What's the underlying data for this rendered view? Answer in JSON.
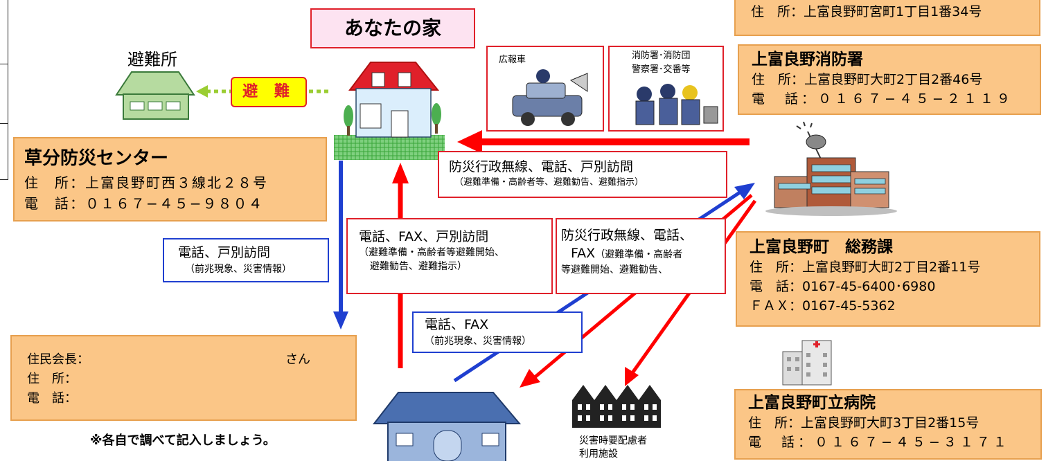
{
  "your_house": {
    "title": "あなたの家"
  },
  "shelter": {
    "label": "避難所",
    "evacuate": "避 難"
  },
  "kusawake": {
    "name": "草分防災センター",
    "address_line": "住　所：上富良野町西３線北２８号",
    "phone_line": "電　話：０１６７−４５−９８０４"
  },
  "top_address": {
    "address_line": "住　所：上富良野町宮町1丁目1番34号"
  },
  "fire_station": {
    "name": "上富良野消防署",
    "address_line": "住　所：上富良野町大町2丁目2番46号",
    "phone_line": "電　話：０１６７−４５−２１１９"
  },
  "somu": {
    "name": "上富良野町　総務課",
    "address_line": "住　所：上富良野町大町2丁目2番11号",
    "phone_line": "電　話：0167-45-6400･6980",
    "fax_line": "ＦＡＸ：0167-45-5362"
  },
  "hospital": {
    "name": "上富良野町立病院",
    "address_line": "住　所：上富良野町大町3丁目2番15号",
    "phone_line": "電　話：０１６７−４５−３１７１"
  },
  "panels": {
    "car": "広報車",
    "fire_dept_line1": "消防署･消防団",
    "fire_dept_line2": "警察署･交番等"
  },
  "messages": {
    "admin_radio": {
      "main": "防災行政無線、電話、戸別訪問",
      "sub": "（避難準備・高齢者等、避難勧告、避難指示）"
    },
    "tel_fax_visit": {
      "main": "電話、FAX、戸別訪問",
      "sub1": "（避難準備・高齢者等避難開始、",
      "sub2": "避難勧告、避難指示）"
    },
    "admin_radio_2": {
      "main1": "防災行政無線、電話、",
      "main2": "FAX",
      "sub1": "（避難準備・高齢者",
      "sub2": "等避難開始、避難勧告、"
    },
    "tel_visit_blue": {
      "main": "電話、戸別訪問",
      "sub": "（前兆現象、災害情報）"
    },
    "tel_fax_blue": {
      "main": "電話、FAX",
      "sub": "（前兆現象、災害情報）"
    }
  },
  "resident": {
    "head_label": "住民会長：",
    "san": "さん",
    "address_label": "住　所：",
    "phone_label": "電　話："
  },
  "note": "※各自で調べて記入しましょう。",
  "facility": {
    "line1": "災害時要配慮者",
    "line2": "利用施設"
  },
  "colors": {
    "red_arrow": "#ff0000",
    "blue_arrow": "#1f3fd0",
    "green_arrow": "#9acd32",
    "orange_box": "#fbc687"
  }
}
